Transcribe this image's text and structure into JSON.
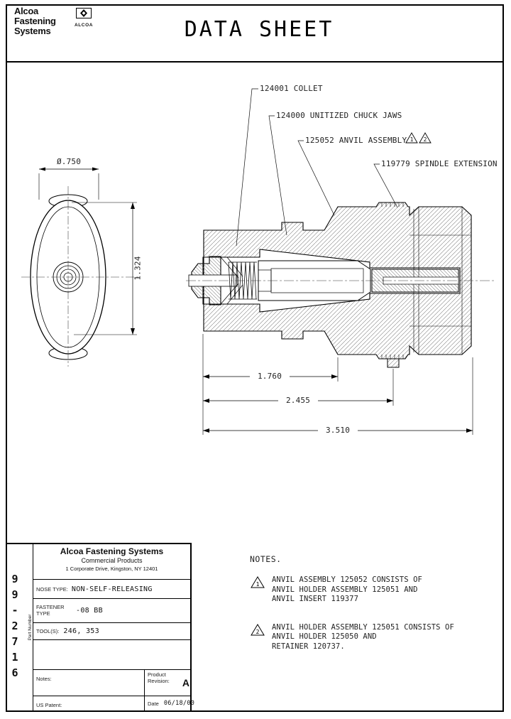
{
  "header": {
    "logo": [
      "Alcoa",
      "Fastening",
      "Systems"
    ],
    "mark_text": "ALCOA",
    "title": "DATA SHEET"
  },
  "front_view": {
    "diameter": "Ø.750",
    "height": "1.324"
  },
  "callouts": [
    {
      "label": "124001 COLLET"
    },
    {
      "label": "124000 UNITIZED CHUCK JAWS"
    },
    {
      "label": "125052 ANVIL ASSEMBLY",
      "flags": [
        "1",
        "2"
      ]
    },
    {
      "label": "119779 SPINDLE EXTENSION"
    }
  ],
  "dimensions": {
    "d1": "1.760",
    "d2": "2.455",
    "d3": "3.510"
  },
  "notes": {
    "heading": "NOTES.",
    "items": [
      {
        "flag": "1",
        "lines": [
          "ANVIL ASSEMBLY 125052 CONSISTS OF",
          "ANVIL HOLDER ASSEMBLY 125051 AND",
          "ANVIL INSERT 119377"
        ]
      },
      {
        "flag": "2",
        "lines": [
          "ANVIL HOLDER ASSEMBLY 125051 CONSISTS OF",
          "ANVIL HOLDER 125050 AND",
          "RETAINER 120737."
        ]
      }
    ]
  },
  "title_block": {
    "company": "Alcoa Fastening Systems",
    "division": "Commercial Products",
    "address": "1 Corporate Drive, Kingston, NY 12401",
    "part_number_label": "Part Number",
    "part_number": "99-2716",
    "nose_type_label": "NOSE TYPE:",
    "nose_type": "NON-SELF-RELEASING",
    "fastener_type_label": "FASTENER TYPE",
    "fastener_type": "-08 BB",
    "tools_label": "TOOL(S):",
    "tools": "246, 353",
    "notes_label": "Notes:",
    "product_label": "Product",
    "revision_label": "Revision:",
    "product_revision": "A",
    "us_patent_label": "US Patent:",
    "date_label": "Date",
    "date": "06/18/00"
  }
}
